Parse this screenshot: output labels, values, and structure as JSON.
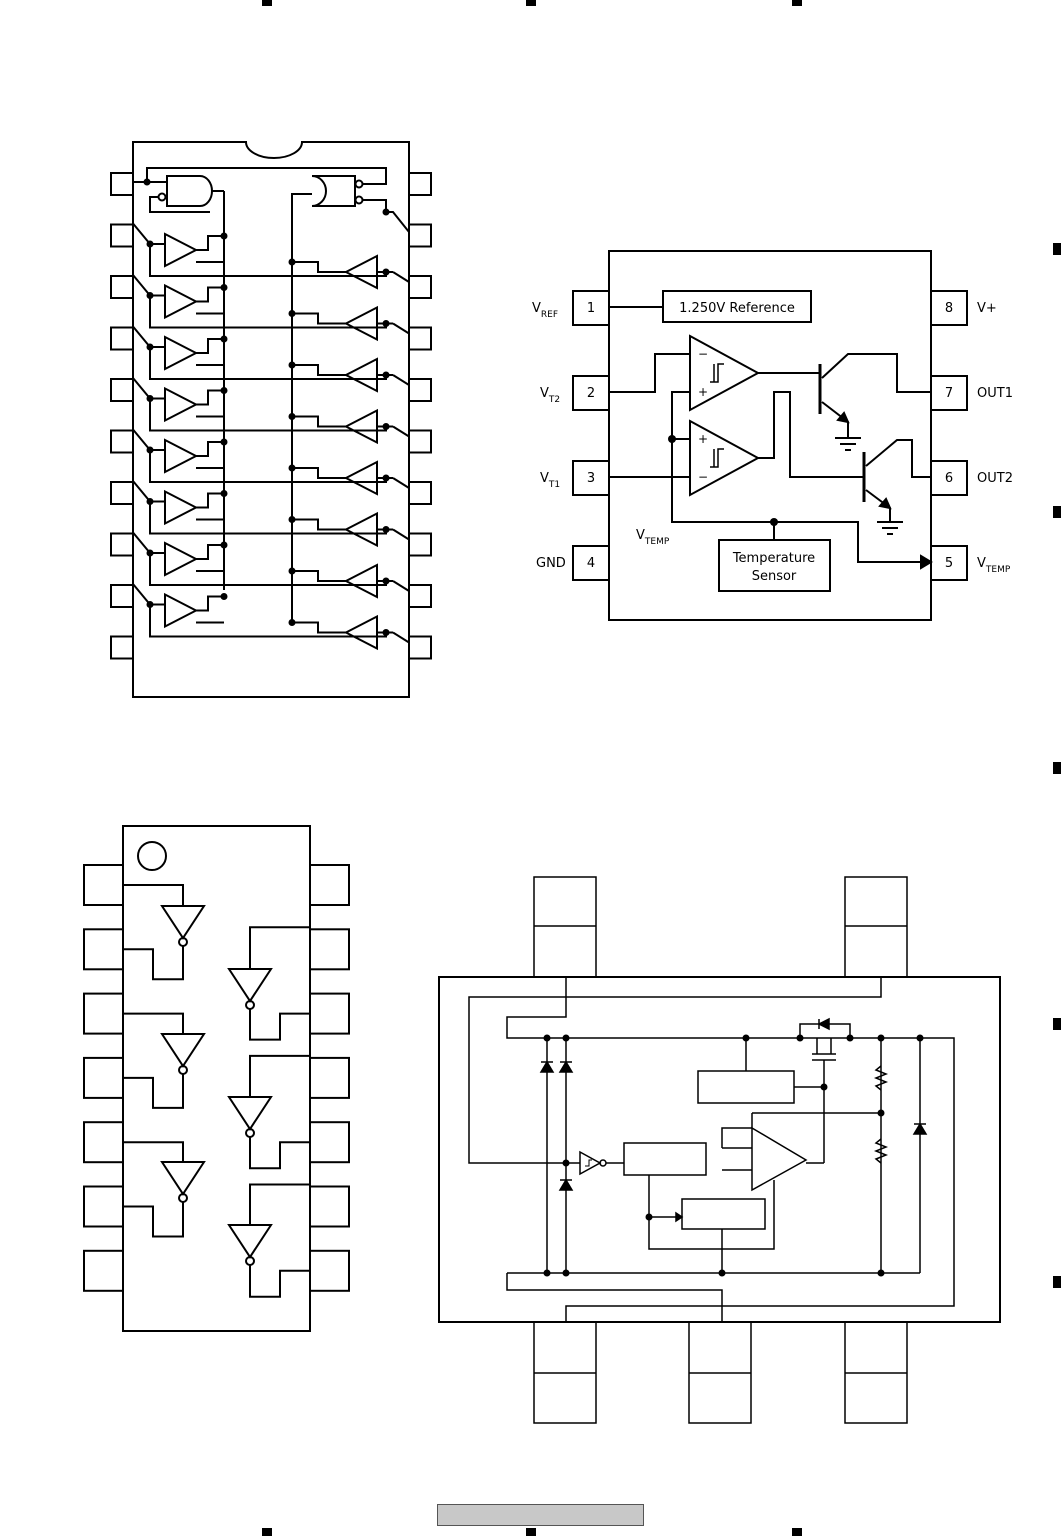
{
  "regulator_diagram": {
    "reference_block": "1.250V Reference",
    "temperature_block_line1": "Temperature",
    "temperature_block_line2": "Sensor",
    "internal_label_main": "V",
    "internal_label_sub": "TEMP",
    "pins": [
      {
        "number": "1",
        "name_main": "V",
        "name_sub": "REF"
      },
      {
        "number": "2",
        "name_main": "V",
        "name_sub": "T2"
      },
      {
        "number": "3",
        "name_main": "V",
        "name_sub": "T1"
      },
      {
        "number": "4",
        "name_main": "GND",
        "name_sub": ""
      },
      {
        "number": "8",
        "name_main": "V+",
        "name_sub": ""
      },
      {
        "number": "7",
        "name_main": "OUT1",
        "name_sub": ""
      },
      {
        "number": "6",
        "name_main": "OUT2",
        "name_sub": ""
      },
      {
        "number": "5",
        "name_main": "V",
        "name_sub": "TEMP"
      }
    ]
  },
  "colors": {
    "ink": "#000000",
    "footer_bar": "#c8c8c8"
  }
}
